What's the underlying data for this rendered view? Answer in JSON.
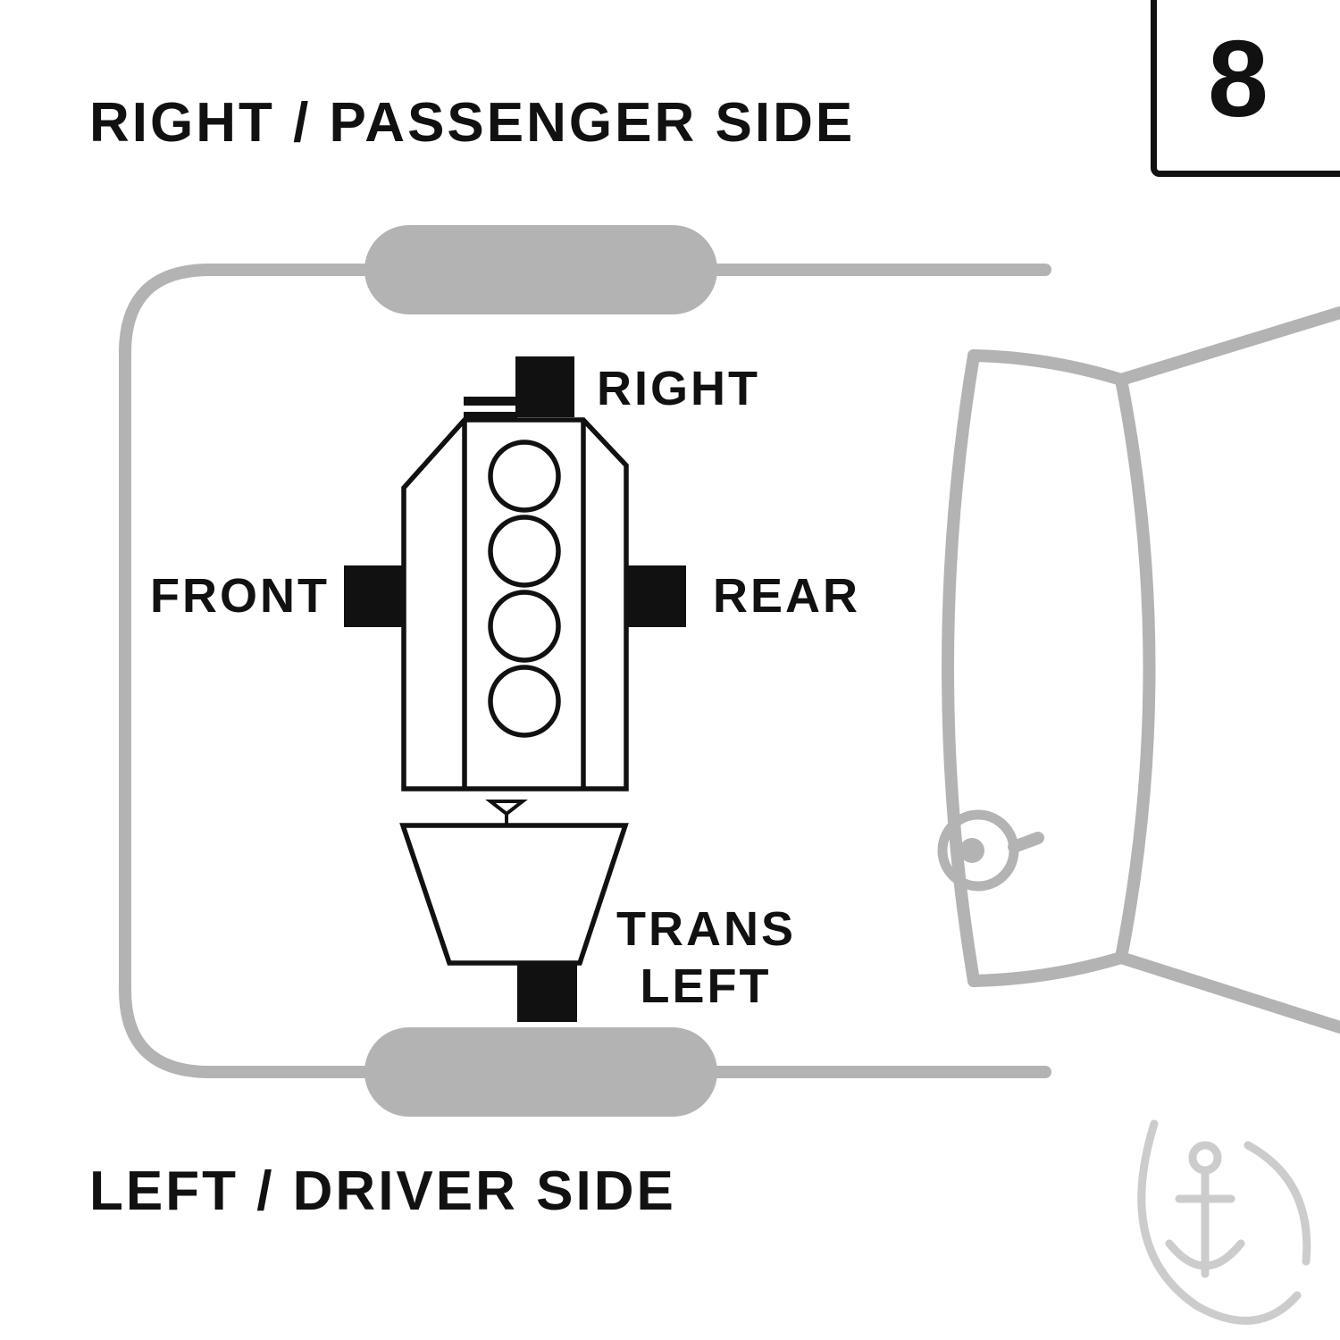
{
  "labels": {
    "top_side": "RIGHT / PASSENGER SIDE",
    "bottom_side": "LEFT / DRIVER SIDE",
    "figure_number": "8"
  },
  "mounts": {
    "right": "RIGHT",
    "front": "FRONT",
    "rear": "REAR",
    "trans_left_line1": "TRANS",
    "trans_left_line2": "LEFT"
  },
  "colors": {
    "background": "#ffffff",
    "ink": "#111111",
    "car_gray": "#b3b3b3",
    "watermark_gray": "#cccccc"
  }
}
